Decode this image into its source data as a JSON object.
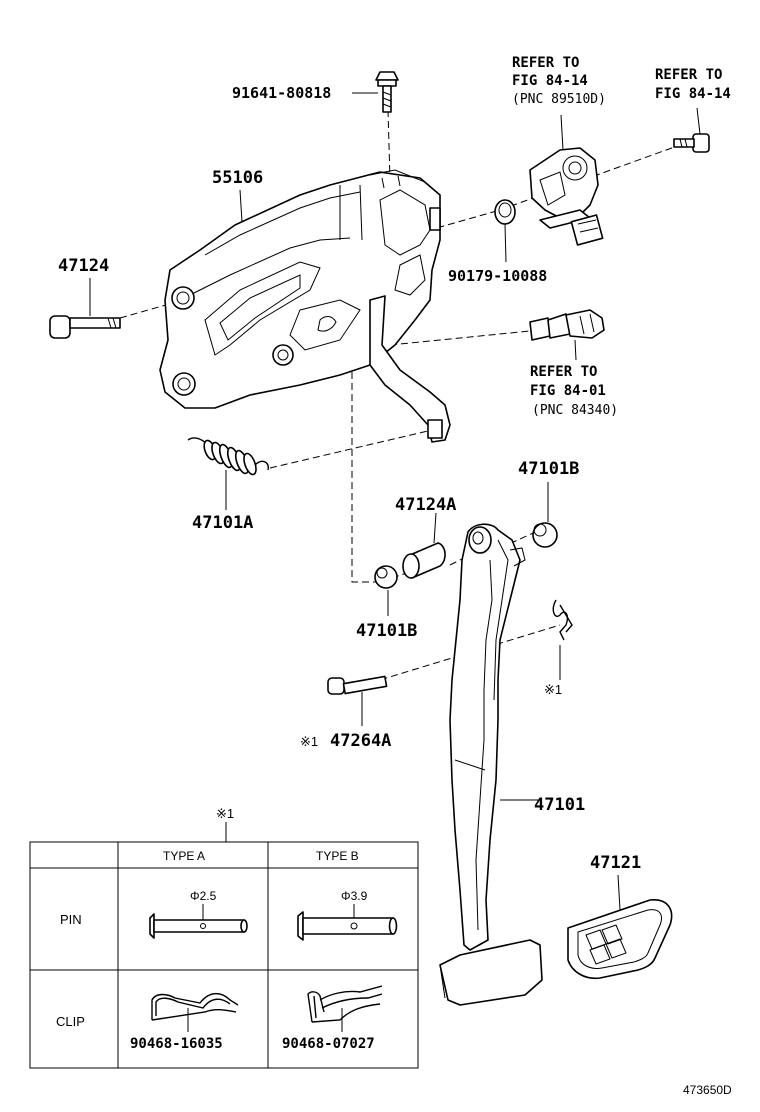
{
  "labels": {
    "p_91641": "91641-80818",
    "p_55106": "55106",
    "p_47124": "47124",
    "p_90179": "90179-10088",
    "p_47101A": "47101A",
    "p_47124A": "47124A",
    "p_47101B_top": "47101B",
    "p_47101B_mid": "47101B",
    "p_47264A": "47264A",
    "p_47101": "47101",
    "p_47121": "47121",
    "note_mark_clip": "※1",
    "note_mark_pin": "※1",
    "note_mark_table": "※1"
  },
  "refs": {
    "ref1": {
      "l1": "REFER TO",
      "l2": "FIG 84-14",
      "l3": "(PNC 89510D)"
    },
    "ref2": {
      "l1": "REFER TO",
      "l2": "FIG 84-14"
    },
    "ref3": {
      "l1": "REFER TO",
      "l2": "FIG 84-01",
      "l3": "(PNC 84340)"
    }
  },
  "table": {
    "col_a": "TYPE A",
    "col_b": "TYPE B",
    "row_pin": "PIN",
    "row_clip": "CLIP",
    "pin_a_dim": "Φ2.5",
    "pin_b_dim": "Φ3.9",
    "clip_a_part": "90468-16035",
    "clip_b_part": "90468-07027"
  },
  "figure_id": "473650D"
}
